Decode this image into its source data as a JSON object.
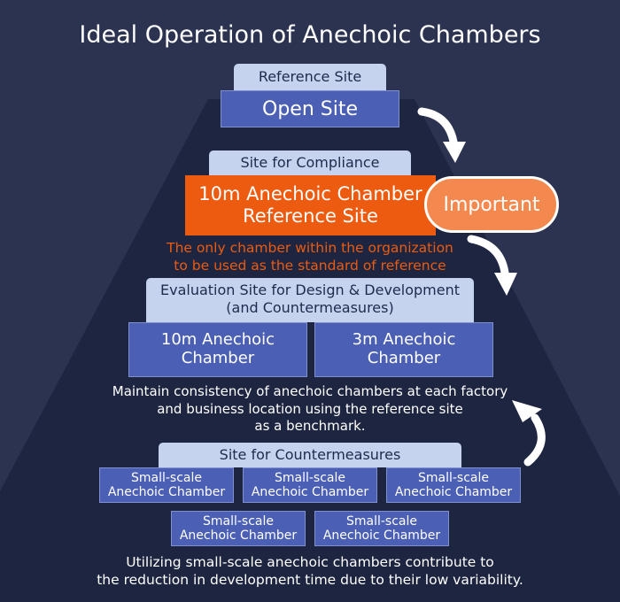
{
  "title": "Ideal Operation of Anechoic Chambers",
  "reference": {
    "tab": "Reference Site",
    "box": "Open Site"
  },
  "compliance": {
    "tab": "Site for Compliance",
    "box_line1": "10m Anechoic Chamber",
    "box_line2": "Reference Site",
    "badge": "Important",
    "note_line1": "The only chamber within the organization",
    "note_line2": "to be used as the standard of reference"
  },
  "evaluation": {
    "tab_line1": "Evaluation Site for Design & Development",
    "tab_line2": "(and Countermeasures)",
    "boxes": [
      {
        "line1": "10m Anechoic",
        "line2": "Chamber"
      },
      {
        "line1": "3m Anechoic",
        "line2": "Chamber"
      }
    ],
    "note_line1": "Maintain consistency of anechoic chambers at each factory",
    "note_line2": "and business location using the reference site",
    "note_line3": "as a benchmark."
  },
  "countermeasures": {
    "tab": "Site for Countermeasures",
    "boxes": [
      {
        "line1": "Small-scale",
        "line2": "Anechoic Chamber"
      },
      {
        "line1": "Small-scale",
        "line2": "Anechoic Chamber"
      },
      {
        "line1": "Small-scale",
        "line2": "Anechoic Chamber"
      },
      {
        "line1": "Small-scale",
        "line2": "Anechoic Chamber"
      },
      {
        "line1": "Small-scale",
        "line2": "Anechoic Chamber"
      }
    ],
    "note_line1": "Utilizing small-scale anechoic chambers contribute to",
    "note_line2": "the reduction in development time due to their low variability."
  },
  "colors": {
    "background": "#2b3350",
    "pyramid": "#1d2541",
    "tab": "#c5d3ef",
    "box": "#4b5fb4",
    "highlight": "#ec5b0f",
    "badge": "#f3894f"
  }
}
